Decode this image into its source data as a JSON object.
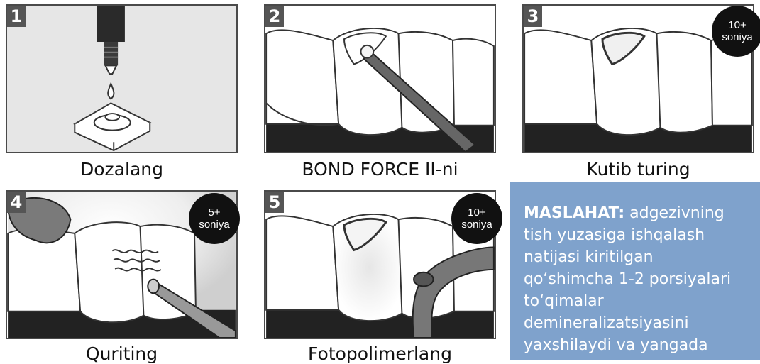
{
  "steps": [
    {
      "number": "1",
      "caption": "Dozalang",
      "timer": null
    },
    {
      "number": "2",
      "caption": "BOND FORCE II-ni",
      "timer": null
    },
    {
      "number": "3",
      "caption": "Kutib turing",
      "timer": {
        "value": "10+",
        "unit": "soniya"
      }
    },
    {
      "number": "4",
      "caption": "Quriting",
      "timer": {
        "value": "5+",
        "unit": "soniya"
      }
    },
    {
      "number": "5",
      "caption": "Fotopolimerlang",
      "timer": {
        "value": "10+",
        "unit": "soniya"
      }
    }
  ],
  "tip": {
    "label": "MASLAHAT:",
    "text": "adgezivning tish yuzasiga ishqalash natijasi kiritilgan qo‘shimcha 1-2 porsiyalari to‘qimalar demineralizatsiyasini yaxshilaydi va yangada"
  },
  "colors": {
    "tip_background": "#7fa2cc",
    "timer_background": "#111111",
    "badge_background": "#555555"
  }
}
